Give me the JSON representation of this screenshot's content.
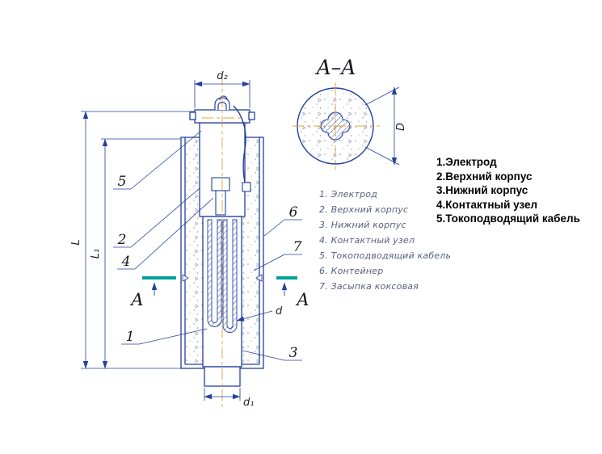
{
  "colors": {
    "drawing_blue": "#23409f",
    "centerline_orange": "#e0a33c",
    "section_teal": "#00a197",
    "hatch_blue": "#3b57b5",
    "speckle_gray": "#8b94a8",
    "legend_text": "#56617c",
    "callout_text": "#14161c",
    "list_text": "#000000"
  },
  "section_view": {
    "title": "A–A",
    "dim_D": "D"
  },
  "dimensions": {
    "L": "L",
    "L1": "L₁",
    "d": "d",
    "d1": "d₁",
    "d2": "d₂"
  },
  "section_marks": {
    "left": "A",
    "right": "A"
  },
  "callouts": {
    "n1": "1",
    "n2": "2",
    "n3": "3",
    "n4": "4",
    "n5": "5",
    "n6": "6",
    "n7": "7"
  },
  "legend": {
    "items": [
      "1. Электрод",
      "2. Верхний корпус",
      "3. Нижний корпус",
      "4. Контактный узел",
      "5. Токоподводящий кабель",
      "6. Контейнер",
      "7. Засыпка коксовая"
    ]
  },
  "parts_list": {
    "items": [
      "1.Электрод",
      "2.Верхний корпус",
      "3.Нижний корпус",
      "4.Контактный узел",
      "5.Токоподводящий кабель"
    ]
  }
}
